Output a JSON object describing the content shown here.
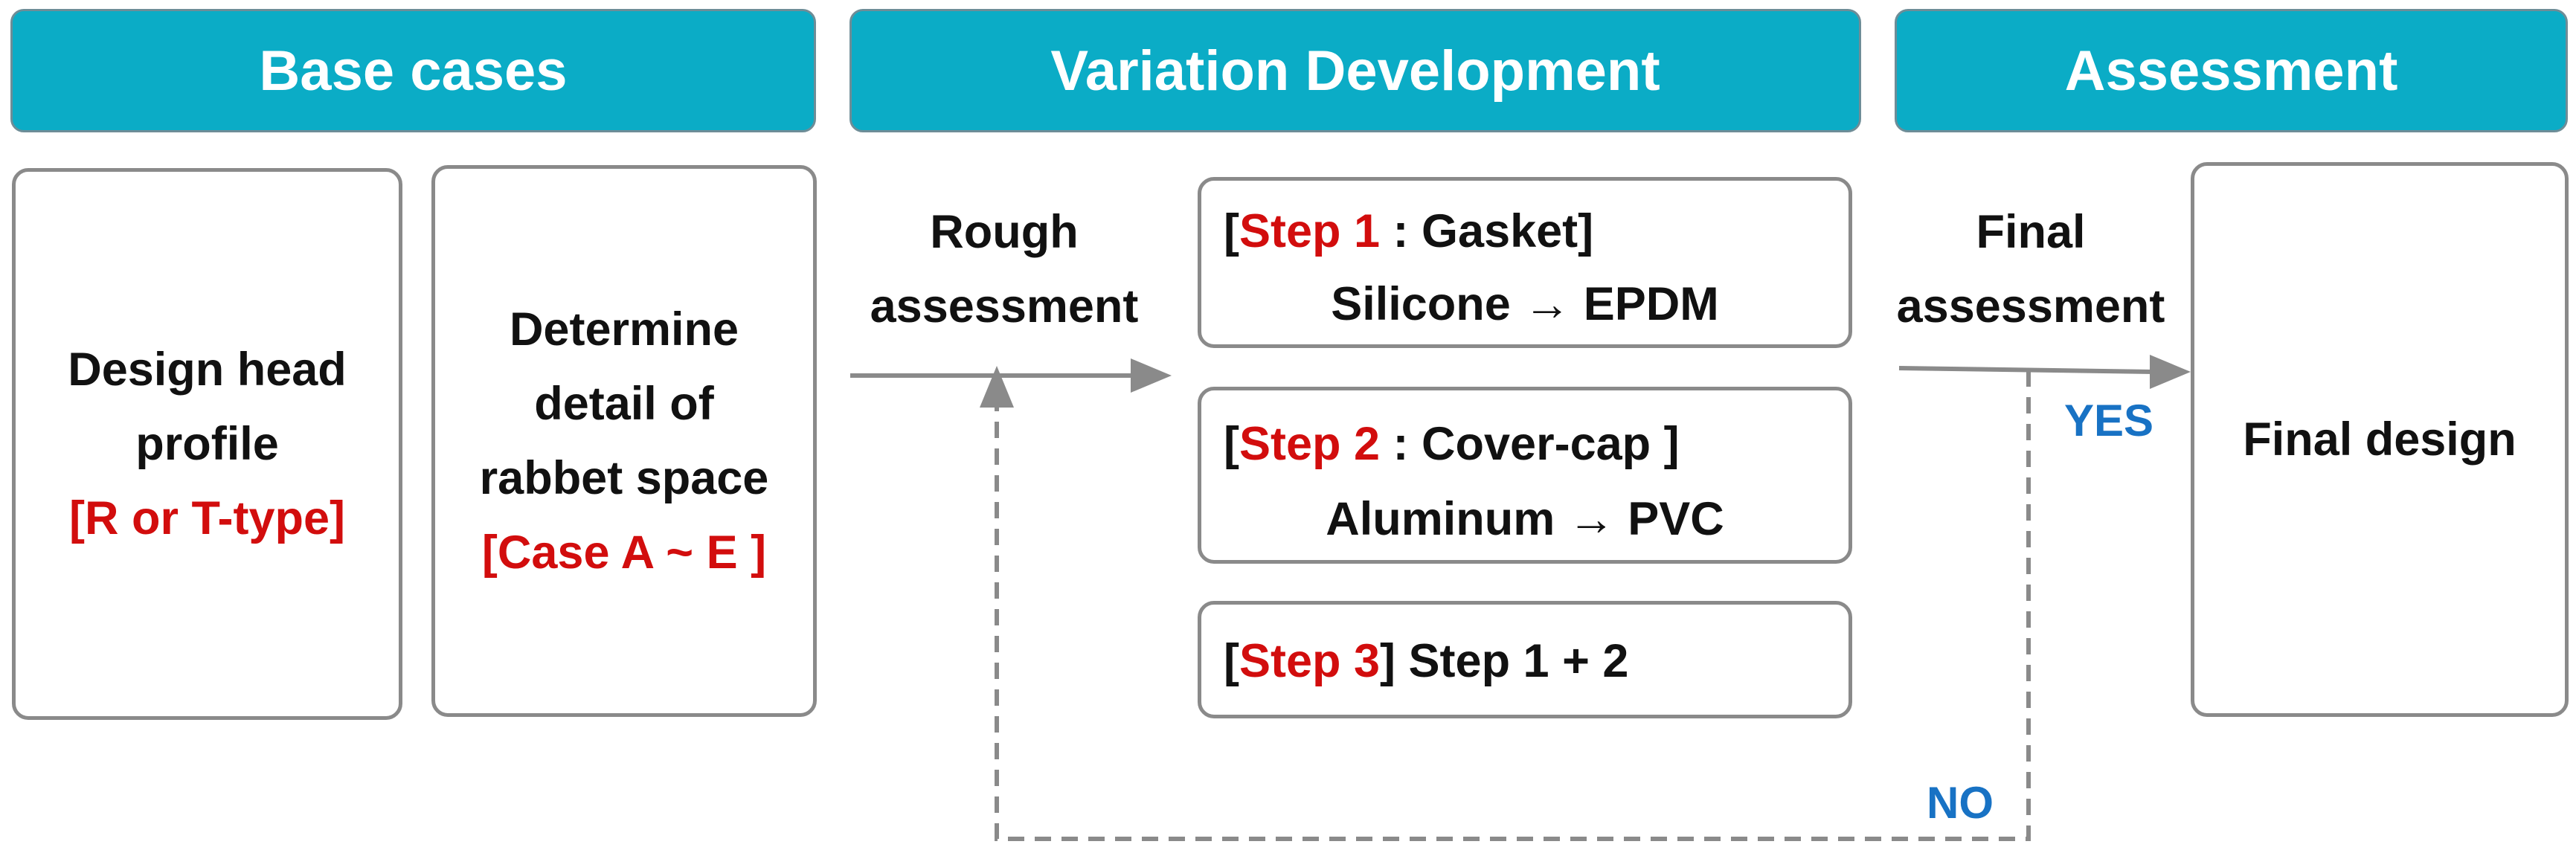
{
  "headers": {
    "base_cases": "Base cases",
    "variation": "Variation Development",
    "assessment": "Assessment"
  },
  "box1": {
    "line1": "Design head",
    "line2": "profile",
    "highlight": "[R or T-type]"
  },
  "box2": {
    "line1": "Determine",
    "line2": "detail of",
    "line3": "rabbet space",
    "highlight": "[Case  A ~ E ]"
  },
  "rough": {
    "line1": "Rough",
    "line2": "assessment"
  },
  "steps": [
    {
      "open": "[",
      "tag": "Step 1",
      "rest": " : Gasket]",
      "detail": "Silicone  →  EPDM"
    },
    {
      "open": "[",
      "tag": "Step 2",
      "rest": " : Cover-cap ]",
      "detail": "Aluminum  →  PVC"
    },
    {
      "open": "[",
      "tag": "Step 3",
      "rest": "]  Step 1 + 2",
      "detail": ""
    }
  ],
  "final_assessment": {
    "line1": "Final",
    "line2": "assessment"
  },
  "yes_label": "YES",
  "no_label": "NO",
  "final_design": "Final design",
  "colors": {
    "header": "#0bacc6",
    "highlight": "#d20d0d",
    "decision": "#1872c4",
    "border": "#8a8a8a"
  }
}
